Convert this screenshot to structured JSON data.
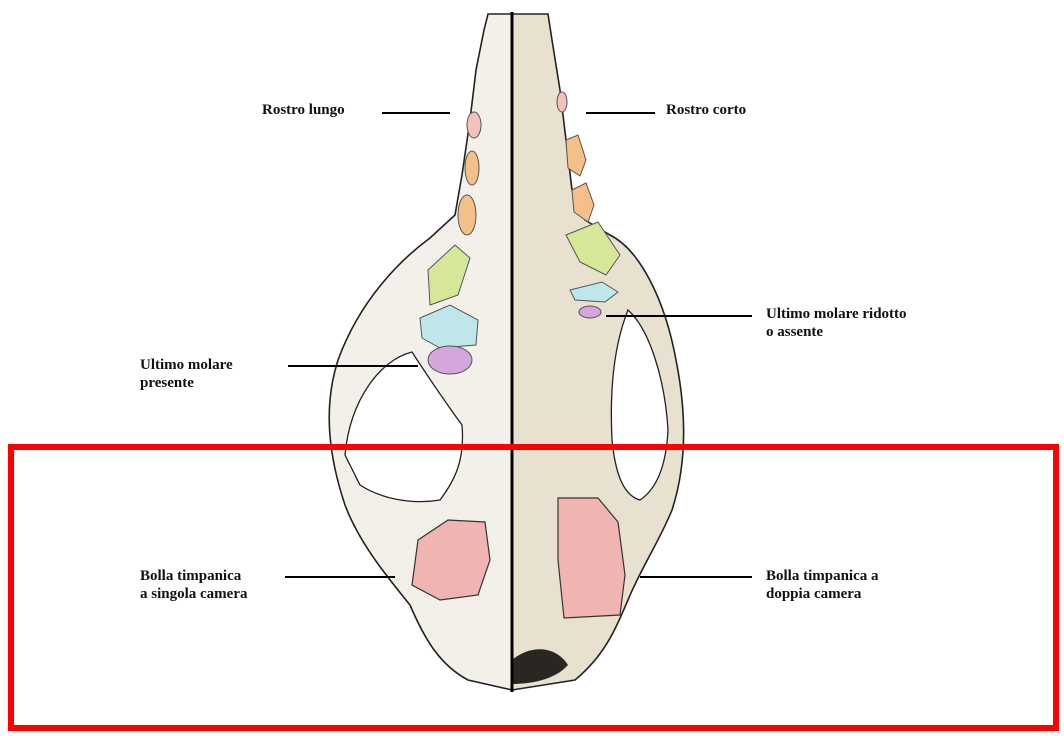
{
  "labels": {
    "rostro_lungo": "Rostro lungo",
    "rostro_corto": "Rostro corto",
    "ultimo_molare_ridotto": "Ultimo molare ridotto\no assente",
    "ultimo_molare_presente": "Ultimo molare\npresente",
    "bolla_singola": "Bolla timpanica\na singola camera",
    "bolla_doppia": "Bolla timpanica a\ndoppia camera"
  },
  "colors": {
    "highlight_box": "#ff0000",
    "bone_left": "#f2f0e8",
    "bone_right": "#e9e1cf",
    "tooth_pink": "#f3c0bb",
    "tooth_orange": "#f4c08a",
    "tooth_green": "#d6e79a",
    "tooth_cyan": "#bfe6ea",
    "tooth_purple": "#d4a6dc",
    "bulla": "#f0b5b3",
    "outline": "#222222"
  }
}
